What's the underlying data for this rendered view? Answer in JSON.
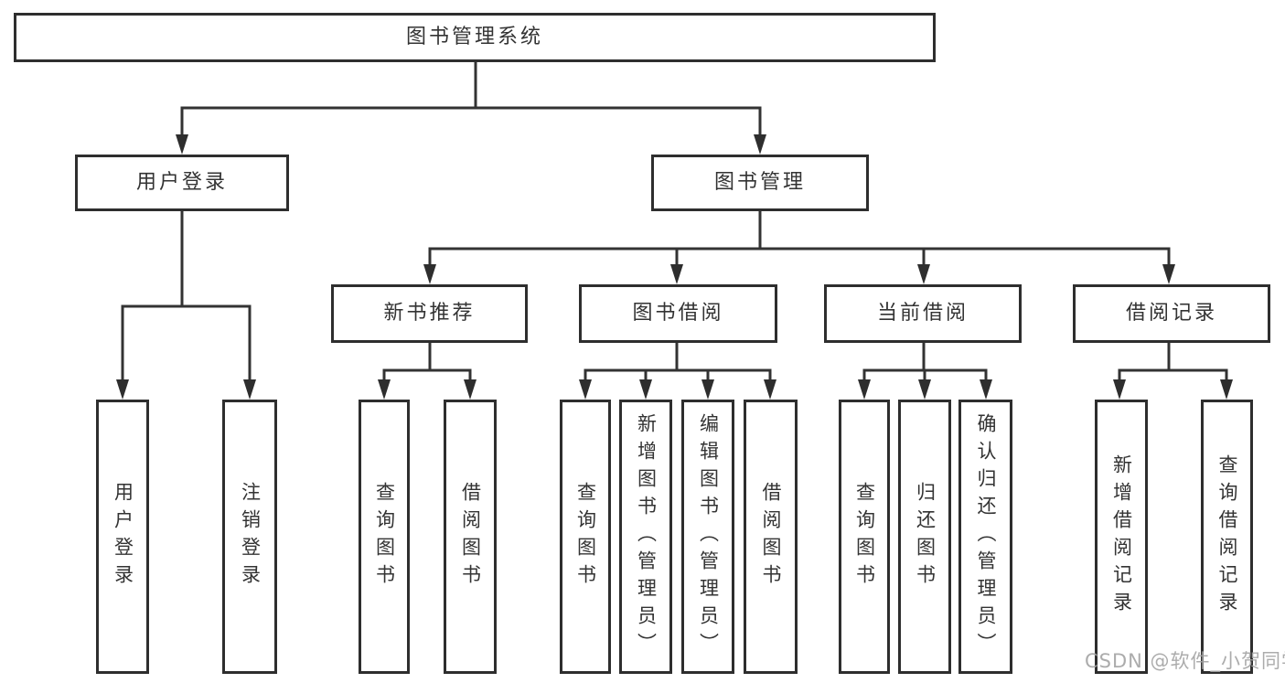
{
  "diagram": {
    "root": {
      "label": "图书管理系统"
    },
    "user_branch": {
      "label": "用户登录",
      "children": [
        {
          "label": "用户登录"
        },
        {
          "label": "注销登录"
        }
      ]
    },
    "mgmt_branch": {
      "label": "图书管理",
      "groups": [
        {
          "label": "新书推荐",
          "children": [
            {
              "label": "查询图书"
            },
            {
              "label": "借阅图书"
            }
          ]
        },
        {
          "label": "图书借阅",
          "children": [
            {
              "label": "查询图书"
            },
            {
              "label": "新增图书（管理员）"
            },
            {
              "label": "编辑图书（管理员）"
            },
            {
              "label": "借阅图书"
            }
          ]
        },
        {
          "label": "当前借阅",
          "children": [
            {
              "label": "查询图书"
            },
            {
              "label": "归还图书"
            },
            {
              "label": "确认归还（管理员）"
            }
          ]
        },
        {
          "label": "借阅记录",
          "children": [
            {
              "label": "新增借阅记录"
            },
            {
              "label": "查询借阅记录"
            }
          ]
        }
      ]
    }
  },
  "watermark": {
    "text": "CSDN @软件_小贺同学"
  },
  "colors": {
    "line": "#333333",
    "box_border": "#2e2e2e",
    "text": "#333333",
    "watermark": "#a5a5a5",
    "background": "#ffffff"
  }
}
